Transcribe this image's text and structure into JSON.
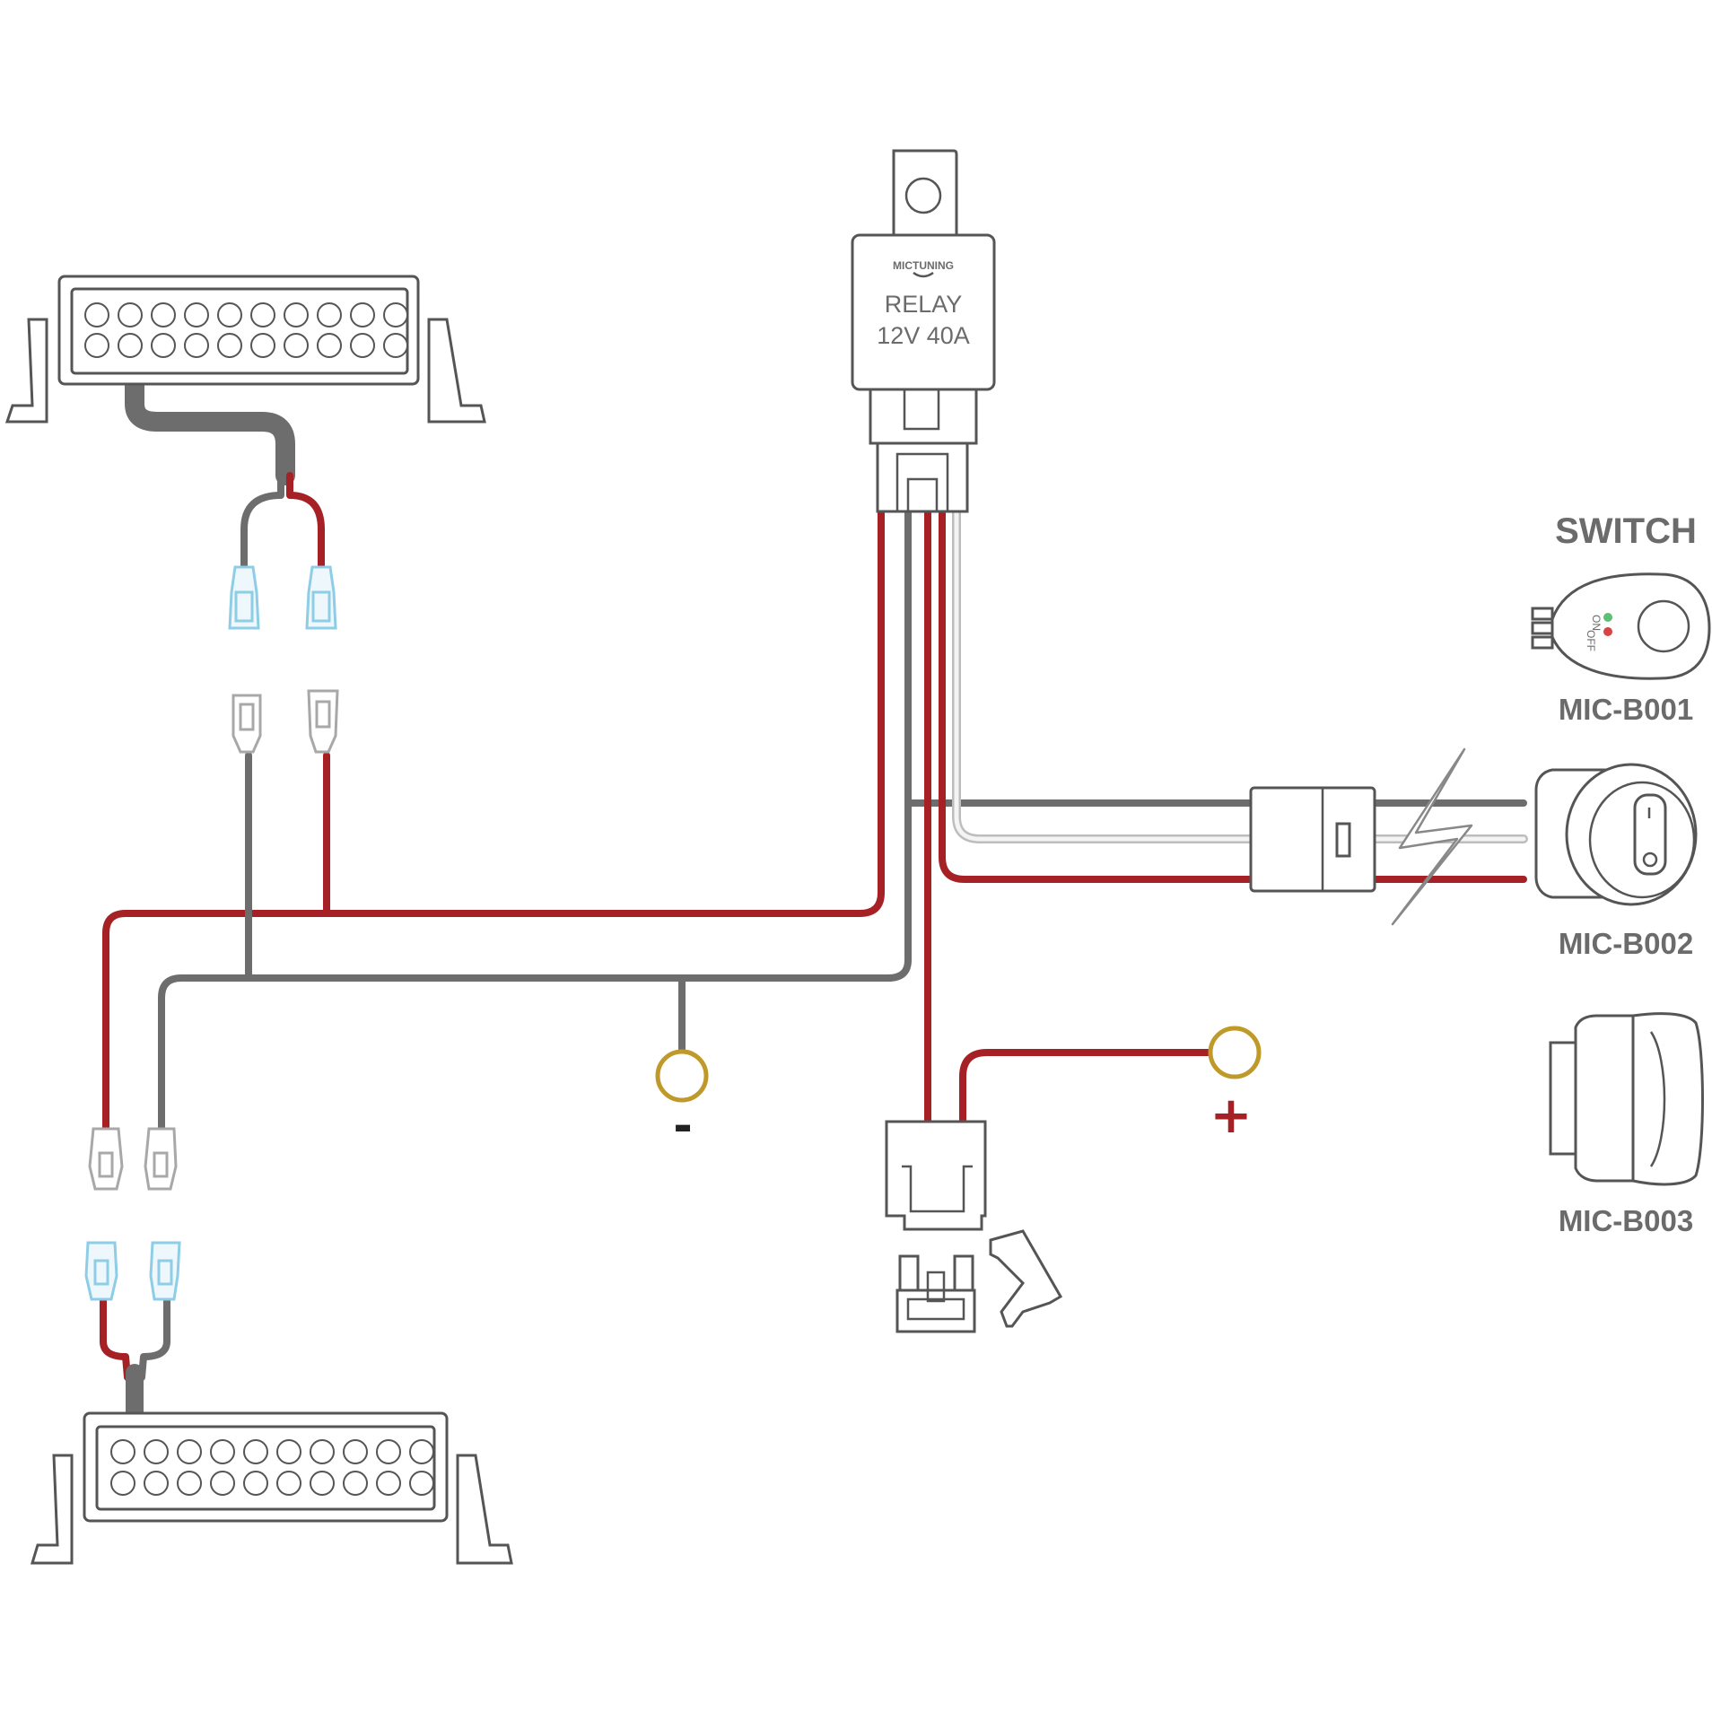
{
  "relay": {
    "brand": "MICTUNING",
    "label": "RELAY",
    "rating": "12V 40A"
  },
  "switch_panel": {
    "title": "SWITCH",
    "models": [
      "MIC-B001",
      "MIC-B002",
      "MIC-B003"
    ],
    "b001_labels": [
      "ON",
      "OFF"
    ]
  },
  "ground_symbol": "-",
  "positive_symbol": "+",
  "colors": {
    "positive_wire": "#a52126",
    "ground_wire": "#6d6d6d",
    "signal_wire": "#e2e2e2",
    "ring_terminal": "#bf9a2a",
    "connector_blue": "#8ecde6",
    "text": "#6b6b6b"
  },
  "icons": [
    "light-bar-icon",
    "relay-icon",
    "fuse-holder-icon",
    "blade-fuse-icon",
    "ring-terminal-icon",
    "lightning-bolt-icon",
    "round-switch-icon",
    "rocker-switch-icon",
    "teardrop-switch-icon",
    "spade-connector-icon"
  ]
}
